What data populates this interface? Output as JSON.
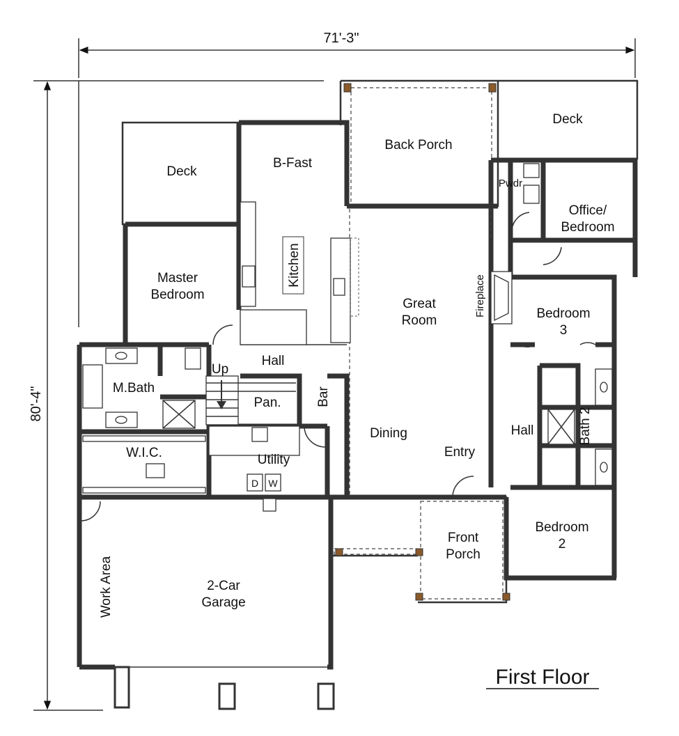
{
  "dimensions": {
    "width": "71'-3\"",
    "height": "80'-4\""
  },
  "title": "First Floor",
  "rooms": {
    "deck_left": "Deck",
    "b_fast": "B-Fast",
    "back_porch": "Back Porch",
    "deck_right": "Deck",
    "pwdr": "Pwdr",
    "office_line1": "Office/",
    "office_line2": "Bedroom",
    "master_line1": "Master",
    "master_line2": "Bedroom",
    "kitchen": "Kitchen",
    "great_line1": "Great",
    "great_line2": "Room",
    "fireplace": "Fireplace",
    "bedroom3_line1": "Bedroom",
    "bedroom3_line2": "3",
    "m_bath": "M.Bath",
    "hall_upper": "Hall",
    "up": "Up",
    "pantry": "Pan.",
    "bar": "Bar",
    "wic": "W.I.C.",
    "utility": "Utility",
    "dining": "Dining",
    "entry": "Entry",
    "hall_right": "Hall",
    "bath2": "Bath 2",
    "bedroom2_line1": "Bedroom",
    "bedroom2_line2": "2",
    "front_porch_line1": "Front",
    "front_porch_line2": "Porch",
    "work_area": "Work Area",
    "garage_line1": "2-Car",
    "garage_line2": "Garage"
  },
  "appliances": {
    "dryer": "D",
    "washer": "W"
  },
  "colors": {
    "wall": "#333333",
    "post": "#8b5a2b",
    "background": "#ffffff"
  }
}
